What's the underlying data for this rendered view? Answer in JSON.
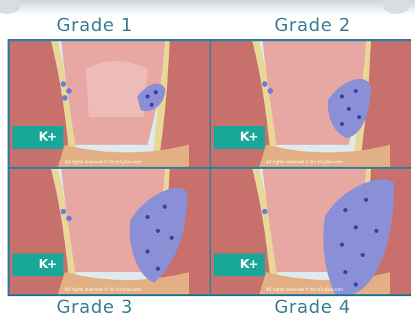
{
  "labels": {
    "grade1": "Grade 1",
    "grade2": "Grade 2",
    "grade3": "Grade 3",
    "grade4": "Grade 4"
  },
  "copyright": "All rights reserved © for k3-plus.com",
  "logo_text": "K+",
  "colors": {
    "label": "#3c7f95",
    "frame": "#2f7fa0",
    "logo": "#19a79a",
    "tissue": "#c8706b",
    "hemorrhoid": "#8b8fd6"
  }
}
